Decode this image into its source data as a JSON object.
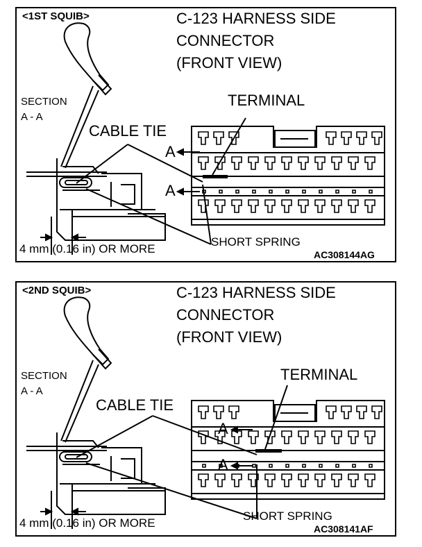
{
  "panels": [
    {
      "tag": "<1ST SQUIB>",
      "title_lines": [
        "C-123 HARNESS SIDE",
        "CONNECTOR",
        "(FRONT VIEW)"
      ],
      "section_lines": [
        "SECTION",
        "A - A"
      ],
      "terminal": "TERMINAL",
      "cable_tie": "CABLE TIE",
      "arrow_label": "A",
      "dimension": "4 mm (0.16 in) OR MORE",
      "short_spring": "SHORT SPRING",
      "code": "AC308144AG"
    },
    {
      "tag": "<2ND SQUIB>",
      "title_lines": [
        "C-123 HARNESS SIDE",
        "CONNECTOR",
        "(FRONT VIEW)"
      ],
      "section_lines": [
        "SECTION",
        "A - A"
      ],
      "terminal": "TERMINAL",
      "cable_tie": "CABLE TIE",
      "arrow_label": "A",
      "dimension": "4 mm (0.16 in) OR MORE",
      "short_spring": "SHORT SPRING",
      "code": "AC308141AF"
    }
  ]
}
